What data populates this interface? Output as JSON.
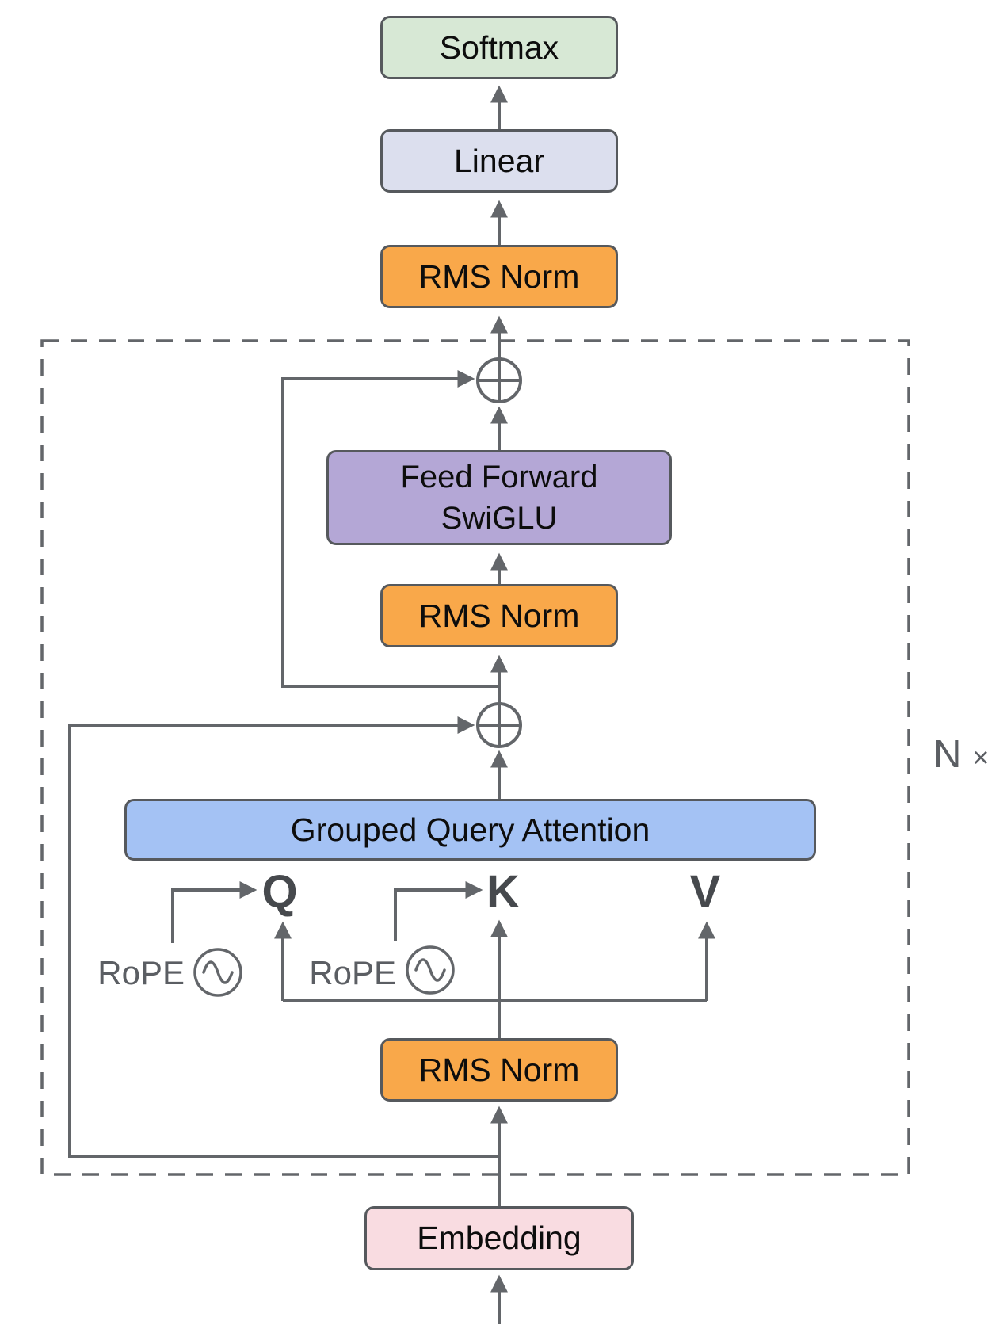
{
  "diagram": {
    "type": "transformer-architecture-flow",
    "repeat_label": {
      "n": "N",
      "times": "×"
    }
  },
  "blocks": {
    "softmax": {
      "label": "Softmax",
      "fill": "#d7e8d5"
    },
    "linear": {
      "label": "Linear",
      "fill": "#dcdfee"
    },
    "rms_norm_final": {
      "label": "RMS Norm",
      "fill": "#f9a84a"
    },
    "feed_forward": {
      "line1": "Feed Forward",
      "line2": "SwiGLU",
      "fill": "#b4a7d6"
    },
    "rms_norm_pre_ffn": {
      "label": "RMS Norm",
      "fill": "#f9a84a"
    },
    "grouped_query_attention": {
      "label": "Grouped Query Attention",
      "fill": "#a4c2f4"
    },
    "rms_norm_pre_attention": {
      "label": "RMS Norm",
      "fill": "#f9a84a"
    },
    "embedding": {
      "label": "Embedding",
      "fill": "#f9dce1"
    }
  },
  "labels": {
    "q": "Q",
    "k": "K",
    "v": "V",
    "rope_q": "RoPE",
    "rope_k": "RoPE"
  },
  "icons": {
    "residual_add": "plus-circle-icon",
    "rope_symbol": "sine-wave-icon"
  },
  "colors": {
    "line": "#63666a",
    "box_border": "#56595d",
    "label_gray": "#5b5e63",
    "qkv_text": "#46494d",
    "box_text": "#0d0d0d"
  }
}
